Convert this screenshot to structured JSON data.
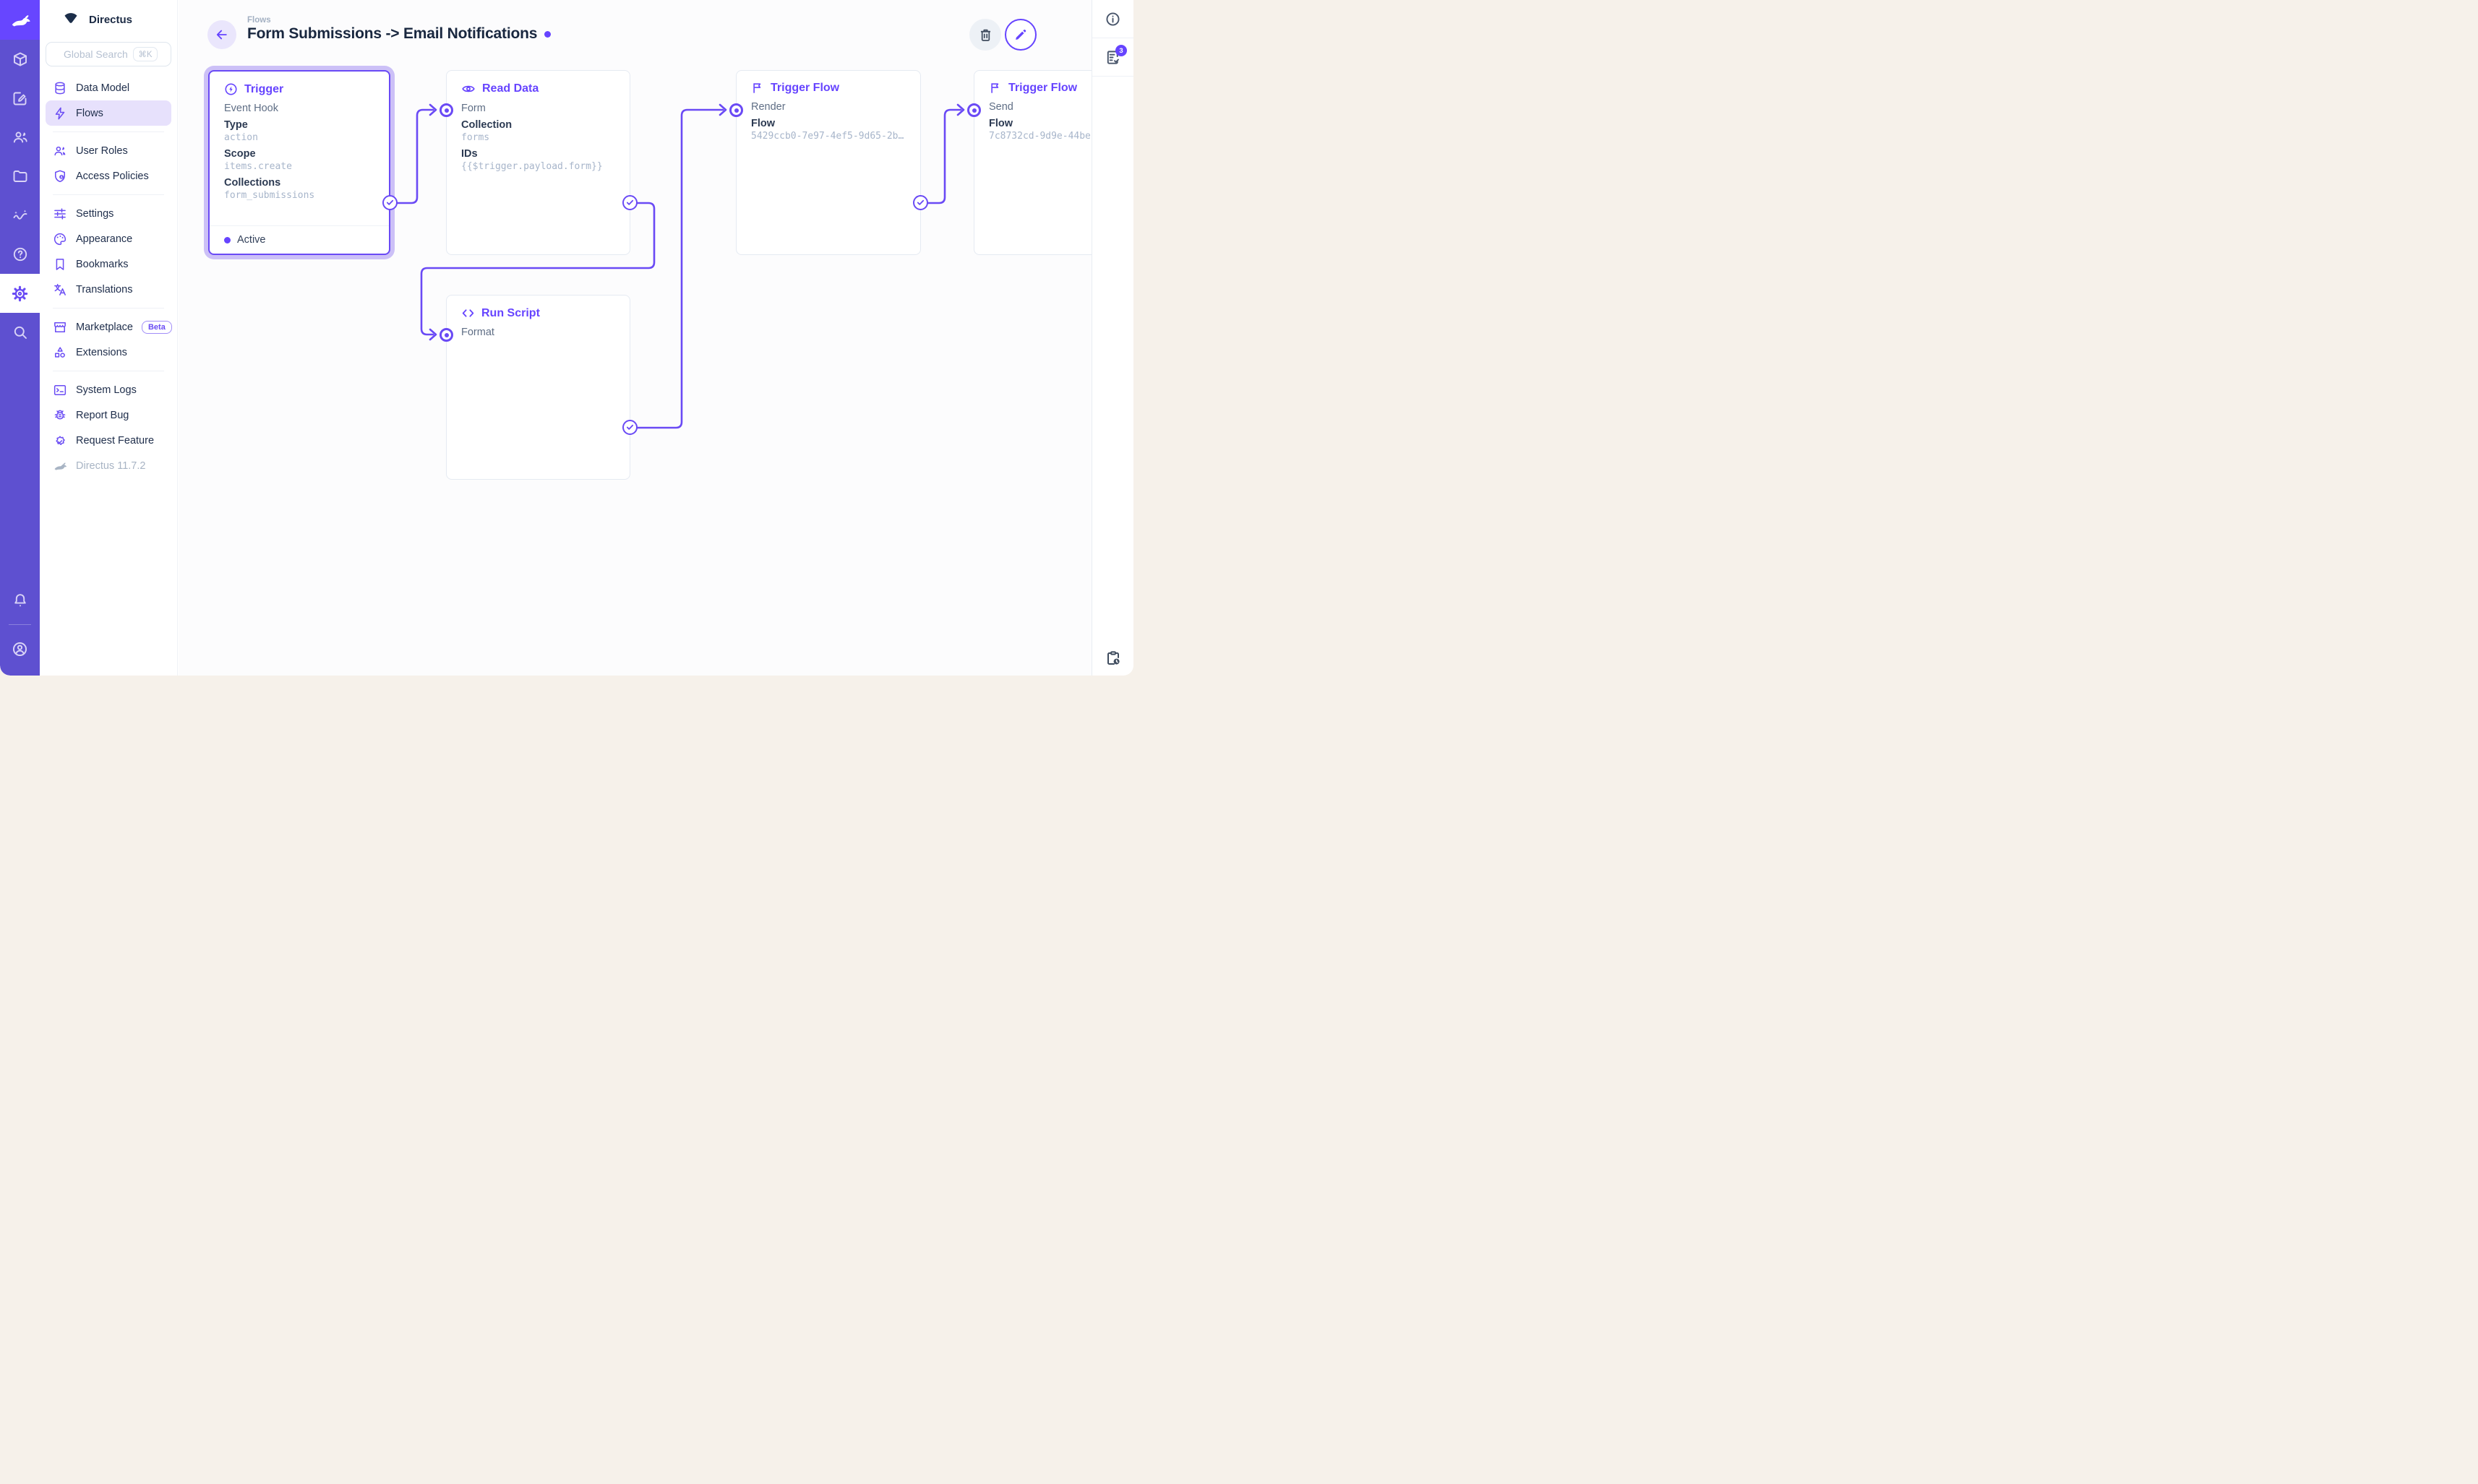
{
  "colors": {
    "accent": "#6644ff",
    "module_bar": "#5e50d0",
    "logo_tile": "#6746ff",
    "selection_halo": "#ccc0f7",
    "mono_text": "#a7b5ca"
  },
  "module_bar": {
    "icons": [
      "directus-rabbit-logo",
      "box-icon",
      "edit-square-icon",
      "users-icon",
      "folder-icon",
      "insights-icon",
      "help-icon",
      "settings-gear-icon",
      "search-icon",
      "bell-icon",
      "account-icon"
    ],
    "active_module": "settings"
  },
  "sidebar": {
    "project_name": "Directus",
    "search": {
      "placeholder": "Global Search",
      "shortcut": "⌘K"
    },
    "groups": [
      {
        "items": [
          {
            "label": "Data Model",
            "icon": "database"
          },
          {
            "label": "Flows",
            "icon": "bolt",
            "active": true
          }
        ]
      },
      {
        "items": [
          {
            "label": "User Roles",
            "icon": "people"
          },
          {
            "label": "Access Policies",
            "icon": "shield-person"
          }
        ]
      },
      {
        "items": [
          {
            "label": "Settings",
            "icon": "tune"
          },
          {
            "label": "Appearance",
            "icon": "palette"
          },
          {
            "label": "Bookmarks",
            "icon": "bookmark"
          },
          {
            "label": "Translations",
            "icon": "translate"
          }
        ]
      },
      {
        "items": [
          {
            "label": "Marketplace",
            "icon": "storefront",
            "badge": "Beta"
          },
          {
            "label": "Extensions",
            "icon": "shapes"
          }
        ]
      },
      {
        "items": [
          {
            "label": "System Logs",
            "icon": "terminal"
          },
          {
            "label": "Report Bug",
            "icon": "bug"
          },
          {
            "label": "Request Feature",
            "icon": "seal-check"
          }
        ]
      }
    ],
    "version": "Directus 11.7.2"
  },
  "header": {
    "breadcrumb": "Flows",
    "title": "Form Submissions -> Email Notifications"
  },
  "panels": {
    "trigger": {
      "title": "Trigger",
      "subtitle": "Event Hook",
      "fields": [
        {
          "label": "Type",
          "value": "action"
        },
        {
          "label": "Scope",
          "value": "items.create"
        },
        {
          "label": "Collections",
          "value": "form_submissions"
        }
      ],
      "status": "Active"
    },
    "read_data": {
      "title": "Read Data",
      "name": "Form",
      "fields": [
        {
          "label": "Collection",
          "value": "forms"
        },
        {
          "label": "IDs",
          "value": "{{$trigger.payload.form}}"
        }
      ]
    },
    "trigger_flow_render": {
      "title": "Trigger Flow",
      "name": "Render",
      "fields": [
        {
          "label": "Flow",
          "value": "5429ccb0-7e97-4ef5-9d65-2b…"
        }
      ]
    },
    "trigger_flow_send": {
      "title": "Trigger Flow",
      "name": "Send",
      "fields": [
        {
          "label": "Flow",
          "value": "7c8732cd-9d9e-44be"
        }
      ]
    },
    "run_script": {
      "title": "Run Script",
      "name": "Format"
    }
  },
  "right_sidebar": {
    "notices_count": "3"
  }
}
